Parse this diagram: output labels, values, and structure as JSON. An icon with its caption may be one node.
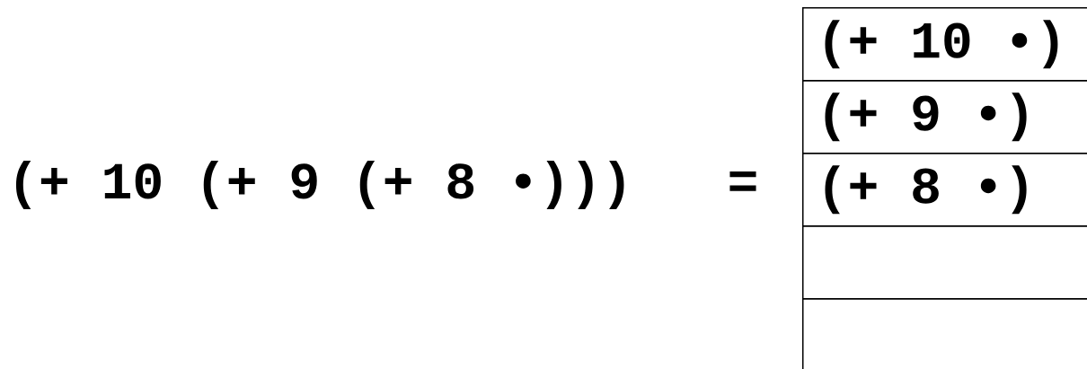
{
  "diagram": {
    "nodes": [
      {
        "text": [
          "(+ 10 •)"
        ]
      },
      {
        "text": [
          "(+ 9 •)"
        ]
      },
      {
        "text": [
          "(+ 8 •)"
        ]
      },
      {
        "text": [],
        "shape": "box"
      },
      {
        "text": [],
        "shape": "box"
      }
    ],
    "labels": [
      "(+ 10 (+ 9 (+ 8 •)))",
      "="
    ]
  }
}
